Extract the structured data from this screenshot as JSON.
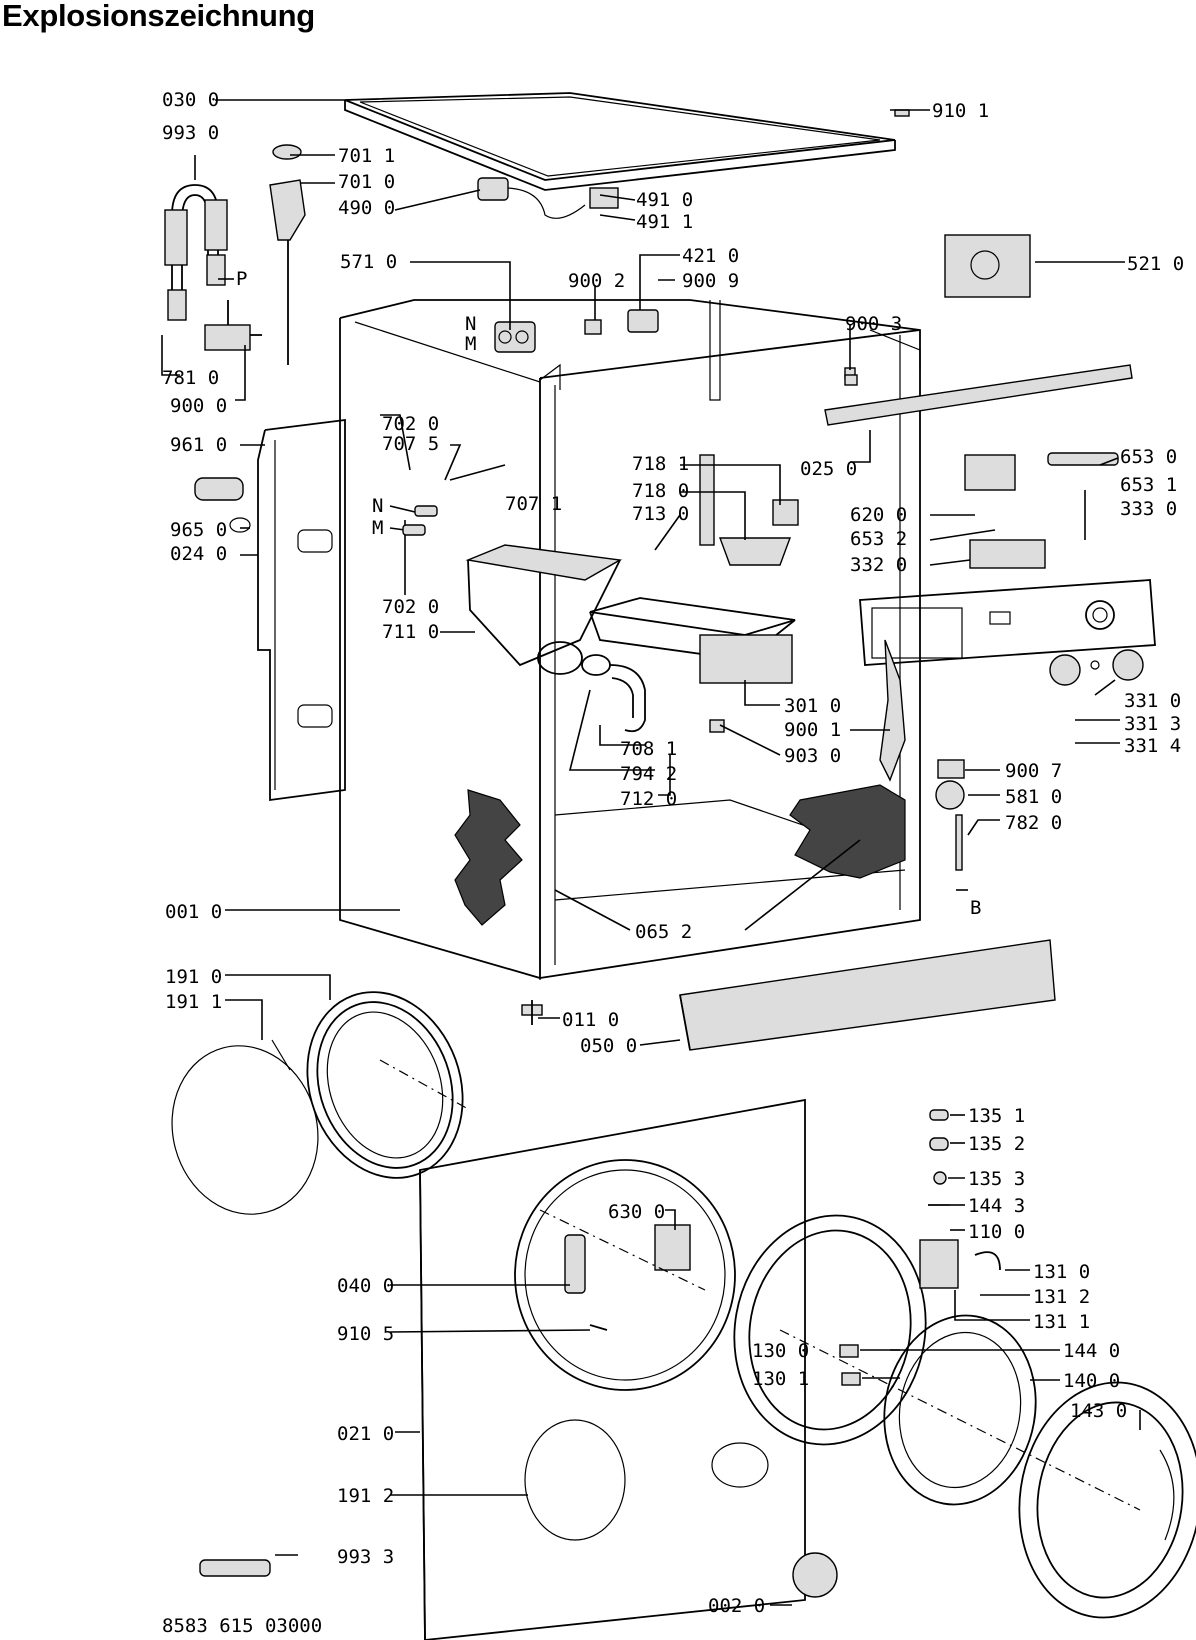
{
  "title": "Explosionszeichnung",
  "drawing_number": "8583 615 03000",
  "letters": {
    "p": "P",
    "b": "B",
    "n": "N",
    "m": "M"
  },
  "labels": {
    "030_0": "030 0",
    "993_0": "993 0",
    "701_1": "701 1",
    "701_0": "701 0",
    "490_0": "490 0",
    "491_0": "491 0",
    "491_1": "491 1",
    "910_1": "910 1",
    "571_0": "571 0",
    "900_2": "900 2",
    "421_0": "421 0",
    "900_9": "900 9",
    "521_0": "521 0",
    "900_3": "900 3",
    "781_0": "781 0",
    "900_0": "900 0",
    "961_0": "961 0",
    "702_0a": "702 0",
    "707_5": "707 5",
    "707_1": "707 1",
    "718_1": "718 1",
    "718_0": "718 0",
    "713_0": "713 0",
    "025_0": "025 0",
    "653_0": "653 0",
    "653_1": "653 1",
    "333_0": "333 0",
    "620_0": "620 0",
    "653_2": "653 2",
    "332_0": "332 0",
    "965_0": "965 0",
    "024_0": "024 0",
    "702_0b": "702 0",
    "711_0": "711 0",
    "301_0": "301 0",
    "900_1": "900 1",
    "903_0": "903 0",
    "331_0": "331 0",
    "331_3": "331 3",
    "331_4": "331 4",
    "708_1": "708 1",
    "794_2": "794 2",
    "712_0": "712 0",
    "900_7": "900 7",
    "581_0": "581 0",
    "782_0": "782 0",
    "001_0": "001 0",
    "065_2": "065 2",
    "191_0": "191 0",
    "191_1": "191 1",
    "011_0": "011 0",
    "050_0": "050 0",
    "135_1": "135 1",
    "135_2": "135 2",
    "135_3": "135 3",
    "144_3": "144 3",
    "110_0": "110 0",
    "630_0": "630 0",
    "131_0": "131 0",
    "131_2": "131 2",
    "131_1": "131 1",
    "040_0": "040 0",
    "910_5": "910 5",
    "130_0": "130 0",
    "144_0": "144 0",
    "130_1": "130 1",
    "140_0": "140 0",
    "143_0": "143 0",
    "021_0": "021 0",
    "191_2": "191 2",
    "993_3": "993 3",
    "002_0": "002 0"
  }
}
